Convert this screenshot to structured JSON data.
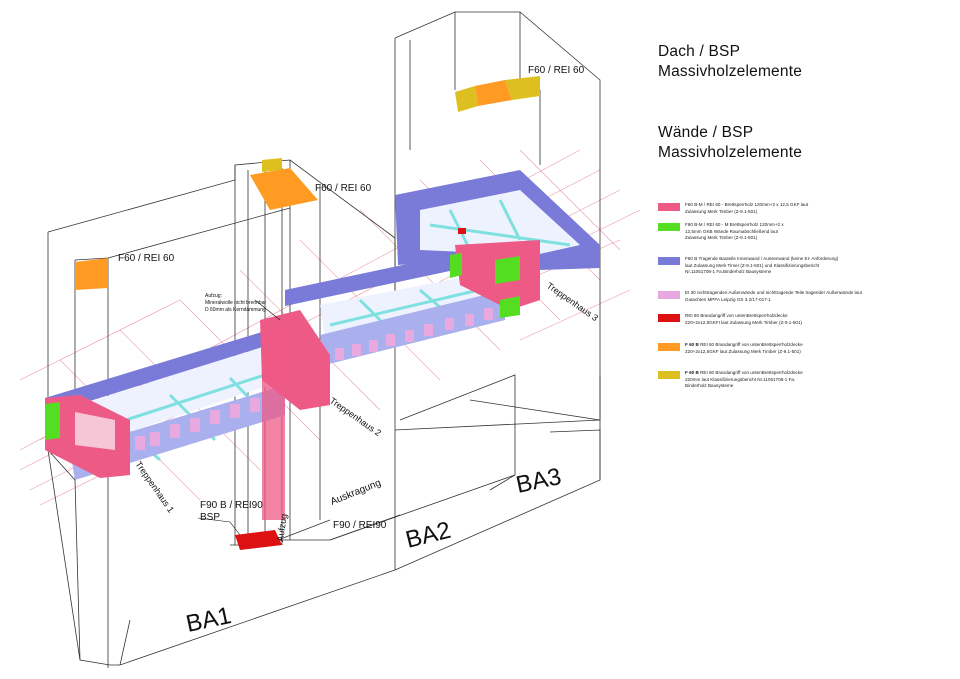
{
  "headings": {
    "roof": [
      "Dach / BSP",
      "Massivholzelemente"
    ],
    "walls": [
      "Wände / BSP",
      "Massivholzelemente"
    ]
  },
  "legend": [
    {
      "color": "#ee5a86",
      "lines": [
        "F60 B-M  / REI 60 - Brettsperrholz 120mm+2 x 12,5 GKF laut",
        "Zulassung Merk Timber (Z-9.1-501)"
      ]
    },
    {
      "color": "#55dd22",
      "lines": [
        "F60 B-M  / REI 60 - M Brettsperrholz 120mm+2 x",
        "12,5mm GKB Wände Raumabschließend laut",
        "Zulassung Merk Timber (Z-9.1-501)"
      ]
    },
    {
      "color": "#7a7ad8",
      "lines": [
        "F60 B Tragende Bauteile Innenwand / Aussenwand  (keine EI- Anforderung)",
        "laut Zulassung Merk Timer (Z-9.1-501) und Klassifizierungsbericht",
        "Nr.11051708-1 Fa.Binderholz Bausysteme"
      ]
    },
    {
      "color": "#e8a8e0",
      "lines": [
        "EI 30  nichttragenden Außenwände und nichttragende Teile tragender Außenwände laut",
        "Gutachten MPFA Leipzig GS 3.2/17-017-1"
      ]
    },
    {
      "color": "#dd1111",
      "lines": [
        "REI 90 Brandangriff von untenBrettsperrholzdecke",
        "220+2x12,5GKFI laut Zulassung Merk Timber (Z-9.1-501)"
      ]
    },
    {
      "color": "#ff9a22",
      "bold": "F 60 B",
      "lines": [
        "  REI 60 Brandangriff von untenBrettsperrholzdecke",
        "220+2x12,5GKF laut Zulassung Merk Timber (Z-9.1-501)"
      ]
    },
    {
      "color": "#ddc020",
      "bold": "F 60 B",
      "lines": [
        "  REI 60 Brandangriff von untenBrettsperrholzdecke",
        "220mm laut Klassifizierungsbericht Nr.11051708-1 Fa.",
        "Binderholz Bausysteme"
      ]
    }
  ],
  "annotations": {
    "roof_left": "F60 / REI 60",
    "roof_mid": "F60 / REI 60",
    "roof_right": "F60 / REI 60",
    "f90_line1": "F90 B / REI90",
    "f90_line2": "BSP",
    "f90_right": "F90 / REI90",
    "aufzug_note": [
      "Aufzug:",
      "Mineralwolle nicht brennbar",
      "D 60mm als Kerndämmung"
    ],
    "aufzug": "Aufzug",
    "auskragung": "Auskragung",
    "th1": "Treppenhaus 1",
    "th2": "Treppenhaus 2",
    "th3": "Treppenhaus 3",
    "ba1": "BA1",
    "ba2": "BA2",
    "ba3": "BA3"
  }
}
